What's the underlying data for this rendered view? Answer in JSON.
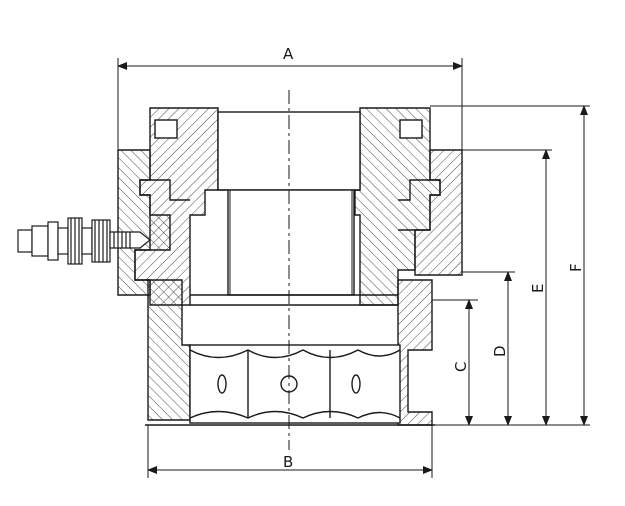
{
  "labels": {
    "A": "A",
    "B": "B",
    "C": "C",
    "D": "D",
    "E": "E",
    "F": "F"
  },
  "colors": {
    "line": "#1a1a1a",
    "hatch": "#4a4a4a",
    "background": "#ffffff"
  },
  "icons": {
    "hydraulic_coupler": "hydraulic-quick-coupler",
    "vent_hole": "oval-port"
  }
}
